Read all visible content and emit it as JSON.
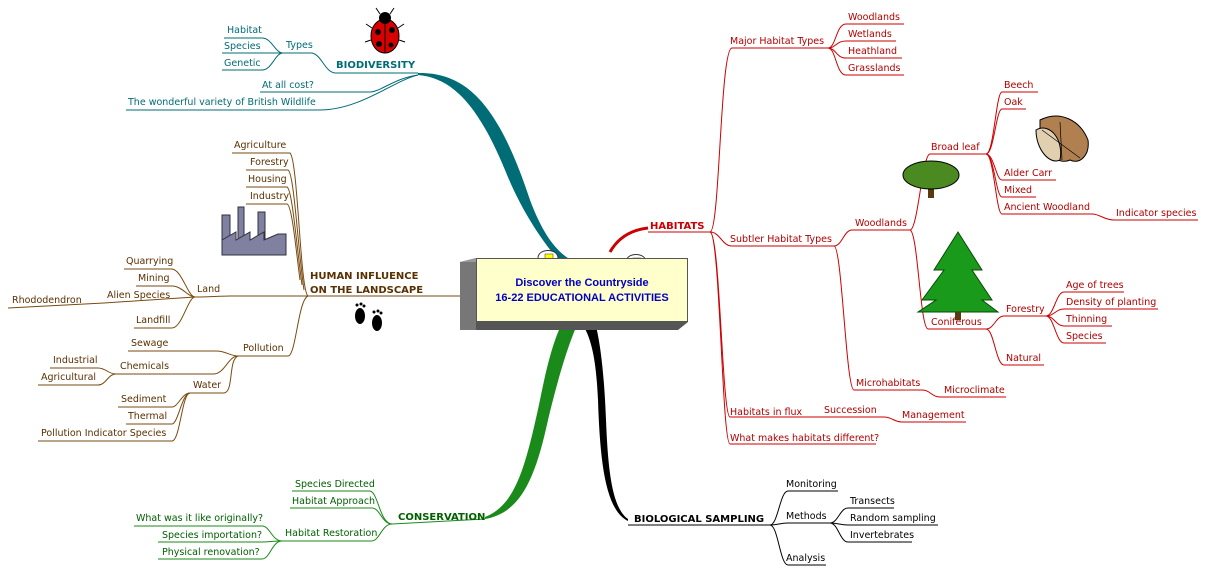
{
  "centre": {
    "line1": "Discover  the Countryside",
    "line2": "16-22 EDUCATIONAL ACTIVITIES"
  },
  "biodiversity": {
    "title": "BIODIVERSITY",
    "types": "Types",
    "type_items": [
      "Habitat",
      "Species",
      "Genetic"
    ],
    "at_all_cost": "At all cost?",
    "variety": "The wonderful variety of British Wildlife"
  },
  "human": {
    "title_line1": "HUMAN INFLUENCE",
    "title_line2": "ON THE LANDSCAPE",
    "influences": [
      "Agriculture",
      "Forestry",
      "Housing",
      "Industry"
    ],
    "land": "Land",
    "land_items": [
      "Quarrying",
      "Mining",
      "Alien Species",
      "Landfill"
    ],
    "rhododendron": "Rhododendron",
    "pollution": "Pollution",
    "sewage": "Sewage",
    "chemicals": "Chemicals",
    "chemical_items": [
      "Industrial",
      "Agricultural"
    ],
    "water": "Water",
    "water_items": [
      "Sediment",
      "Thermal",
      "Pollution Indicator Species"
    ]
  },
  "conservation": {
    "title": "CONSERVATION",
    "species_directed": "Species Directed",
    "habitat_approach": "Habitat Approach",
    "habitat_restoration": "Habitat Restoration",
    "restoration_items": [
      "What was it like originally?",
      "Species importation?",
      "Physical renovation?"
    ]
  },
  "habitats": {
    "title": "HABITATS",
    "major": "Major Habitat Types",
    "major_items": [
      "Woodlands",
      "Wetlands",
      "Heathland",
      "Grasslands"
    ],
    "subtler": "Subtler Habitat Types",
    "woodlands": "Woodlands",
    "broad_leaf": "Broad leaf",
    "broad_items": [
      "Beech",
      "Oak",
      "Alder Carr",
      "Mixed",
      "Ancient Woodland"
    ],
    "indicator_species": "Indicator species",
    "coniferous": "Coniferous",
    "forestry": "Forestry",
    "forestry_items": [
      "Age of trees",
      "Density of planting",
      "Thinning",
      "Species"
    ],
    "natural": "Natural",
    "microhabitats": "Microhabitats",
    "microclimate": "Microclimate",
    "flux": "Habitats in flux",
    "succession": "Succession",
    "management": "Management",
    "different": "What makes habitats different?"
  },
  "sampling": {
    "title": "BIOLOGICAL SAMPLING",
    "monitoring": "Monitoring",
    "methods": "Methods",
    "method_items": [
      "Transects",
      "Random sampling",
      "Invertebrates"
    ],
    "analysis": "Analysis"
  },
  "colors": {
    "biodiversity": "#006c75",
    "human": "#7a4a10",
    "conservation": "#1a8a1a",
    "habitats": "#cc0000",
    "sampling": "#000000",
    "centre_fill": "#ffffcc",
    "centre_text": "#0000c0"
  },
  "icons": [
    "ladybird-icon",
    "factory-icon",
    "footprints-icon",
    "leaves-icon",
    "broadleaf-tree-icon",
    "conifer-tree-icon",
    "lamp-icon"
  ]
}
